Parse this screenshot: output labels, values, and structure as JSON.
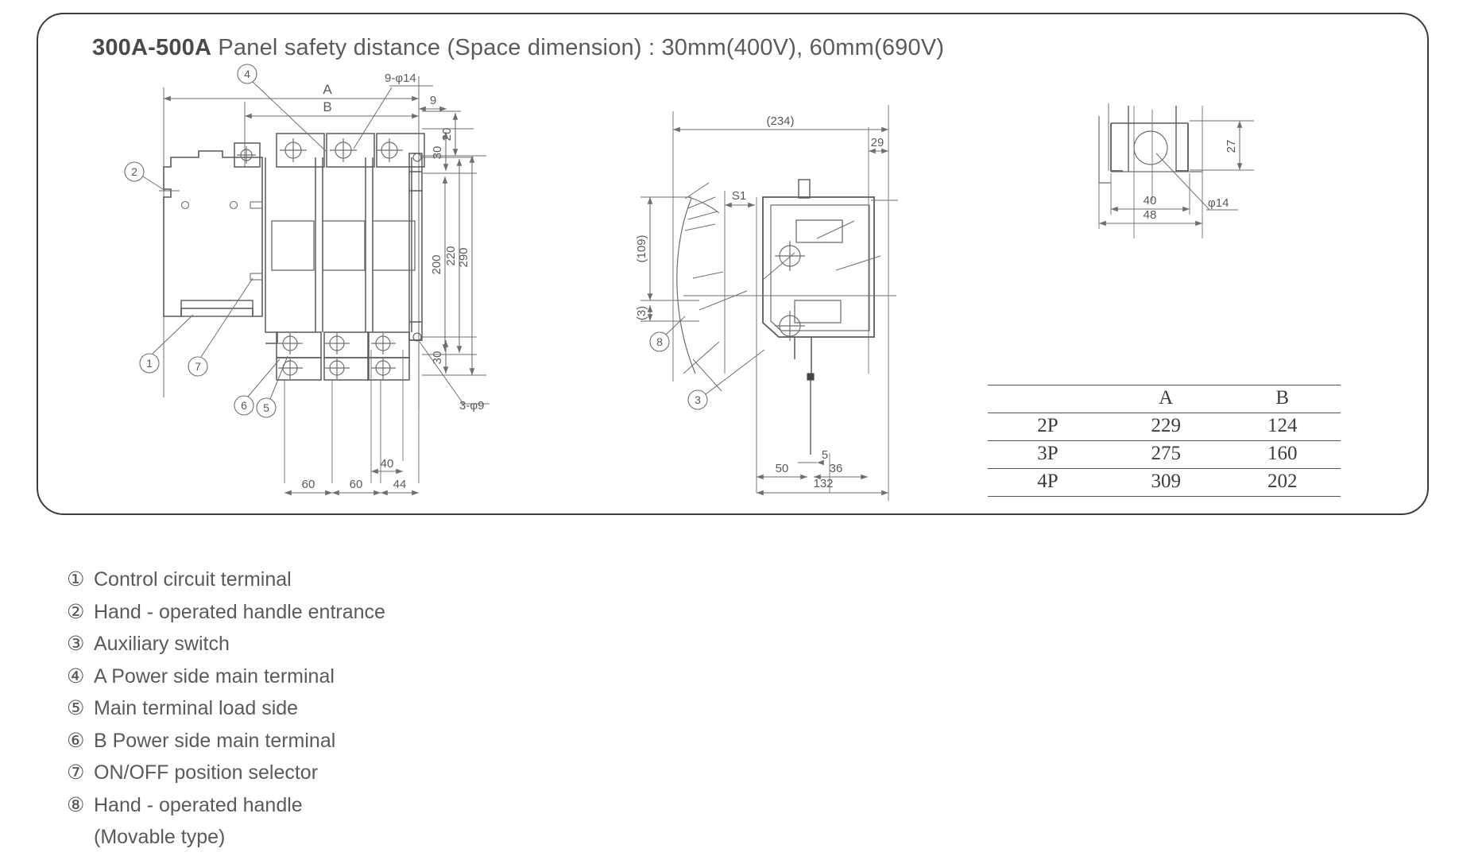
{
  "title": {
    "model": "300A-500A",
    "rest": "Panel safety distance (Space dimension) : 30mm(400V), 60mm(690V)"
  },
  "front_view": {
    "callouts": [
      "1",
      "2",
      "4",
      "5",
      "6",
      "7"
    ],
    "dimensions": {
      "overall_width_A": "A",
      "inner_width_B": "B",
      "hole_note_top": "9-φ14",
      "hole_note_bottom": "3-φ9",
      "right_9": "9",
      "right_20": "20",
      "right_30_top": "30",
      "right_200": "200",
      "right_220": "220",
      "right_290": "290",
      "right_30_bottom": "30",
      "bottom_40": "40",
      "bottom_60_a": "60",
      "bottom_60_b": "60",
      "bottom_44": "44"
    }
  },
  "side_view": {
    "callouts": [
      "3",
      "8"
    ],
    "dimensions": {
      "overall_234": "(234)",
      "right_29": "29",
      "handle_s1": "S1",
      "left_109": "(109)",
      "left_3": "(3)",
      "bottom_50": "50",
      "bottom_5": "5",
      "bottom_36": "36",
      "bottom_132": "132"
    }
  },
  "terminal_detail": {
    "dimensions": {
      "height_27": "27",
      "width_40": "40",
      "width_48": "48",
      "hole_phi14": "φ14"
    }
  },
  "table": {
    "headers": [
      "",
      "A",
      "B"
    ],
    "rows": [
      {
        "pole": "2P",
        "a": "229",
        "b": "124"
      },
      {
        "pole": "3P",
        "a": "275",
        "b": "160"
      },
      {
        "pole": "4P",
        "a": "309",
        "b": "202"
      }
    ]
  },
  "legend": {
    "items": [
      {
        "num": "①",
        "text": "Control circuit terminal"
      },
      {
        "num": "②",
        "text": "Hand - operated handle entrance"
      },
      {
        "num": "③",
        "text": "Auxiliary switch"
      },
      {
        "num": "④",
        "text": "A Power side main terminal"
      },
      {
        "num": "⑤",
        "text": "Main terminal load side"
      },
      {
        "num": "⑥",
        "text": "B Power side main terminal"
      },
      {
        "num": "⑦",
        "text": "ON/OFF position selector"
      },
      {
        "num": "⑧",
        "text": "Hand - operated handle"
      }
    ],
    "continuation": "(Movable type)"
  },
  "colors": {
    "line": "#6e6e6e",
    "heavy": "#5a5a5a",
    "text": "#5a5a5a",
    "border": "#3c3c3c"
  }
}
